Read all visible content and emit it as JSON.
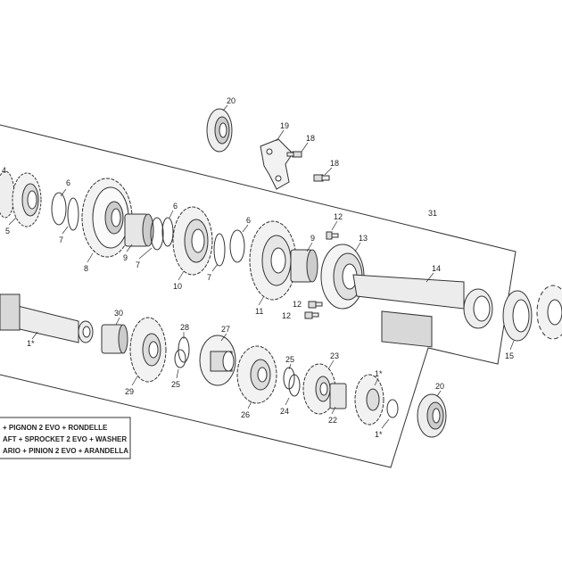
{
  "labels": {
    "p20a": "20",
    "p19": "19",
    "p18a": "18",
    "p18b": "18",
    "p4": "4",
    "p5": "5",
    "p6a": "6",
    "p7a": "7",
    "p8": "8",
    "p9a": "9",
    "p7b": "7",
    "p6b": "6",
    "p10": "10",
    "p7c": "7",
    "p6c": "6",
    "p9b": "9",
    "p11": "11",
    "p12a": "12",
    "p13": "13",
    "p31": "31",
    "p14": "14",
    "p12b": "12",
    "p12c": "12",
    "p15": "15",
    "p1a": "1*",
    "p30": "30",
    "p29": "29",
    "p28": "28",
    "p25a": "25",
    "p27": "27",
    "p26": "26",
    "p25b": "25",
    "p24": "24",
    "p23": "23",
    "p22": "22",
    "p1b": "1*",
    "p1c": "1*",
    "p20b": "20"
  },
  "legend": {
    "line1": "+ PIGNON 2 EVO + RONDELLE",
    "line2": "AFT + SPROCKET 2 EVO + WASHER",
    "line3": "ARIO + PINION 2 EVO + ARANDELLA"
  },
  "colors": {
    "line": "#333333",
    "part_fill": "#f2f2f2",
    "part_dark": "#b8b8b8"
  }
}
